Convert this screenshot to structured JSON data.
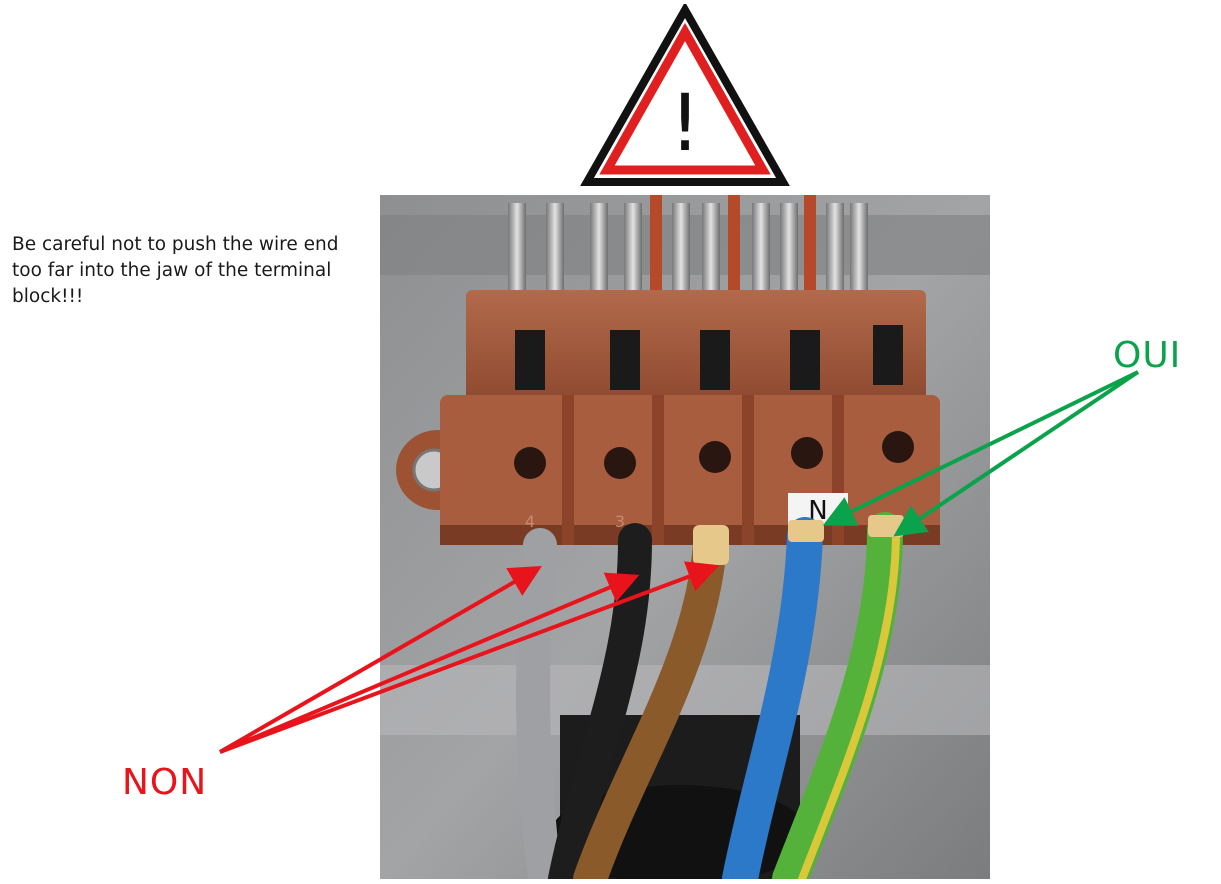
{
  "caution": {
    "text": "Be careful not to push the wire end too far into the jaw of the terminal block!!!"
  },
  "warning_sign": {
    "glyph": "!",
    "icon": "warning-triangle-icon",
    "stroke_color": "#111111",
    "inner_color": "#e02020"
  },
  "labels": {
    "non": {
      "text": "NON",
      "color": "#e8131b"
    },
    "oui": {
      "text": "OUI",
      "color": "#0aa34b"
    }
  },
  "photo": {
    "subject": "terminal-block-wiring-photo",
    "terminal_markings": [
      "4",
      "3",
      "",
      "N",
      ""
    ],
    "wire_colors": [
      "#9ea0a3",
      "#1d1d1d",
      "#8a5a2b",
      "#2c79c9",
      "#54b23a"
    ],
    "block_color": "#a35a3d",
    "sleeve_color": "#e6c88a",
    "earth_stripe_color": "#d9c93a"
  }
}
